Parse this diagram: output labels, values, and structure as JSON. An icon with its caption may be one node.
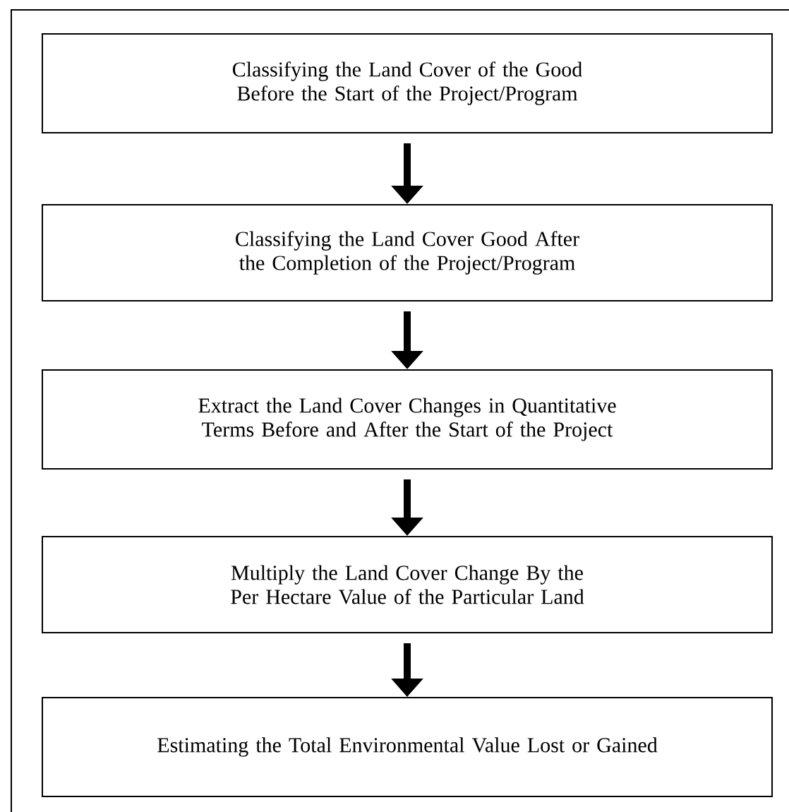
{
  "diagram": {
    "nodes": [
      {
        "text": [
          "Classifying the Land Cover of the Good Before the Start of the Project/Program"
        ]
      },
      {
        "text": [
          "Classifying the Land Cover Good After the Completion of the Project/Program"
        ]
      },
      {
        "text": [
          "Extract the Land Cover Changes in Quantitative Terms Before and After the Start of the Project"
        ]
      },
      {
        "text": [
          "Multiply the Land Cover Change By the Per Hectare Value of the Particular Land"
        ]
      },
      {
        "text": [
          "Estimating the Total Environmental Value Lost or Gained"
        ]
      }
    ],
    "edges": [
      {
        "from": 0,
        "to": 1,
        "arrow": "to"
      },
      {
        "from": 1,
        "to": 2,
        "arrow": "to"
      },
      {
        "from": 2,
        "to": 3,
        "arrow": "to"
      },
      {
        "from": 3,
        "to": 4,
        "arrow": "to"
      }
    ]
  }
}
